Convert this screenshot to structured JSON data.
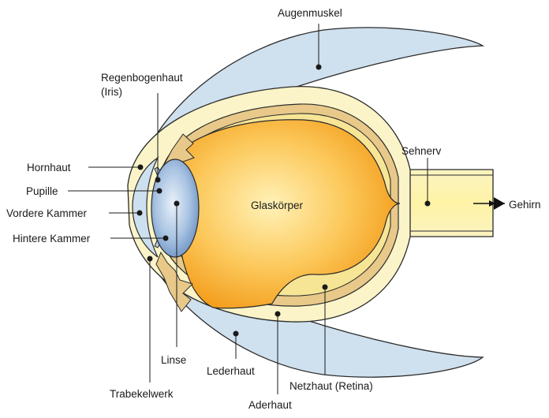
{
  "diagram": {
    "labels": {
      "augenmuskel": "Augenmuskel",
      "regenbogenhaut_1": "Regenbogenhaut",
      "regenbogenhaut_2": "(Iris)",
      "hornhaut": "Hornhaut",
      "pupille": "Pupille",
      "vordere_kammer": "Vordere Kammer",
      "hintere_kammer": "Hintere Kammer",
      "glaskoerper": "Glaskörper",
      "sehnerv": "Sehnerv",
      "gehirn": "Gehirn",
      "linse": "Linse",
      "lederhaut": "Lederhaut",
      "trabekelwerk": "Trabekelwerk",
      "netzhaut": "Netzhaut (Retina)",
      "aderhaut": "Aderhaut"
    },
    "colors": {
      "muscle": "#cfe0ee",
      "sclera": "#fbf4c8",
      "choroid": "#e8c98a",
      "retina": "#f7e596",
      "vitreous_center": "#fff0b0",
      "vitreous_edge": "#f5a21f",
      "lens": "#9bb9dc",
      "cornea": "#cde0ef",
      "outline": "#2b2b2b"
    }
  }
}
